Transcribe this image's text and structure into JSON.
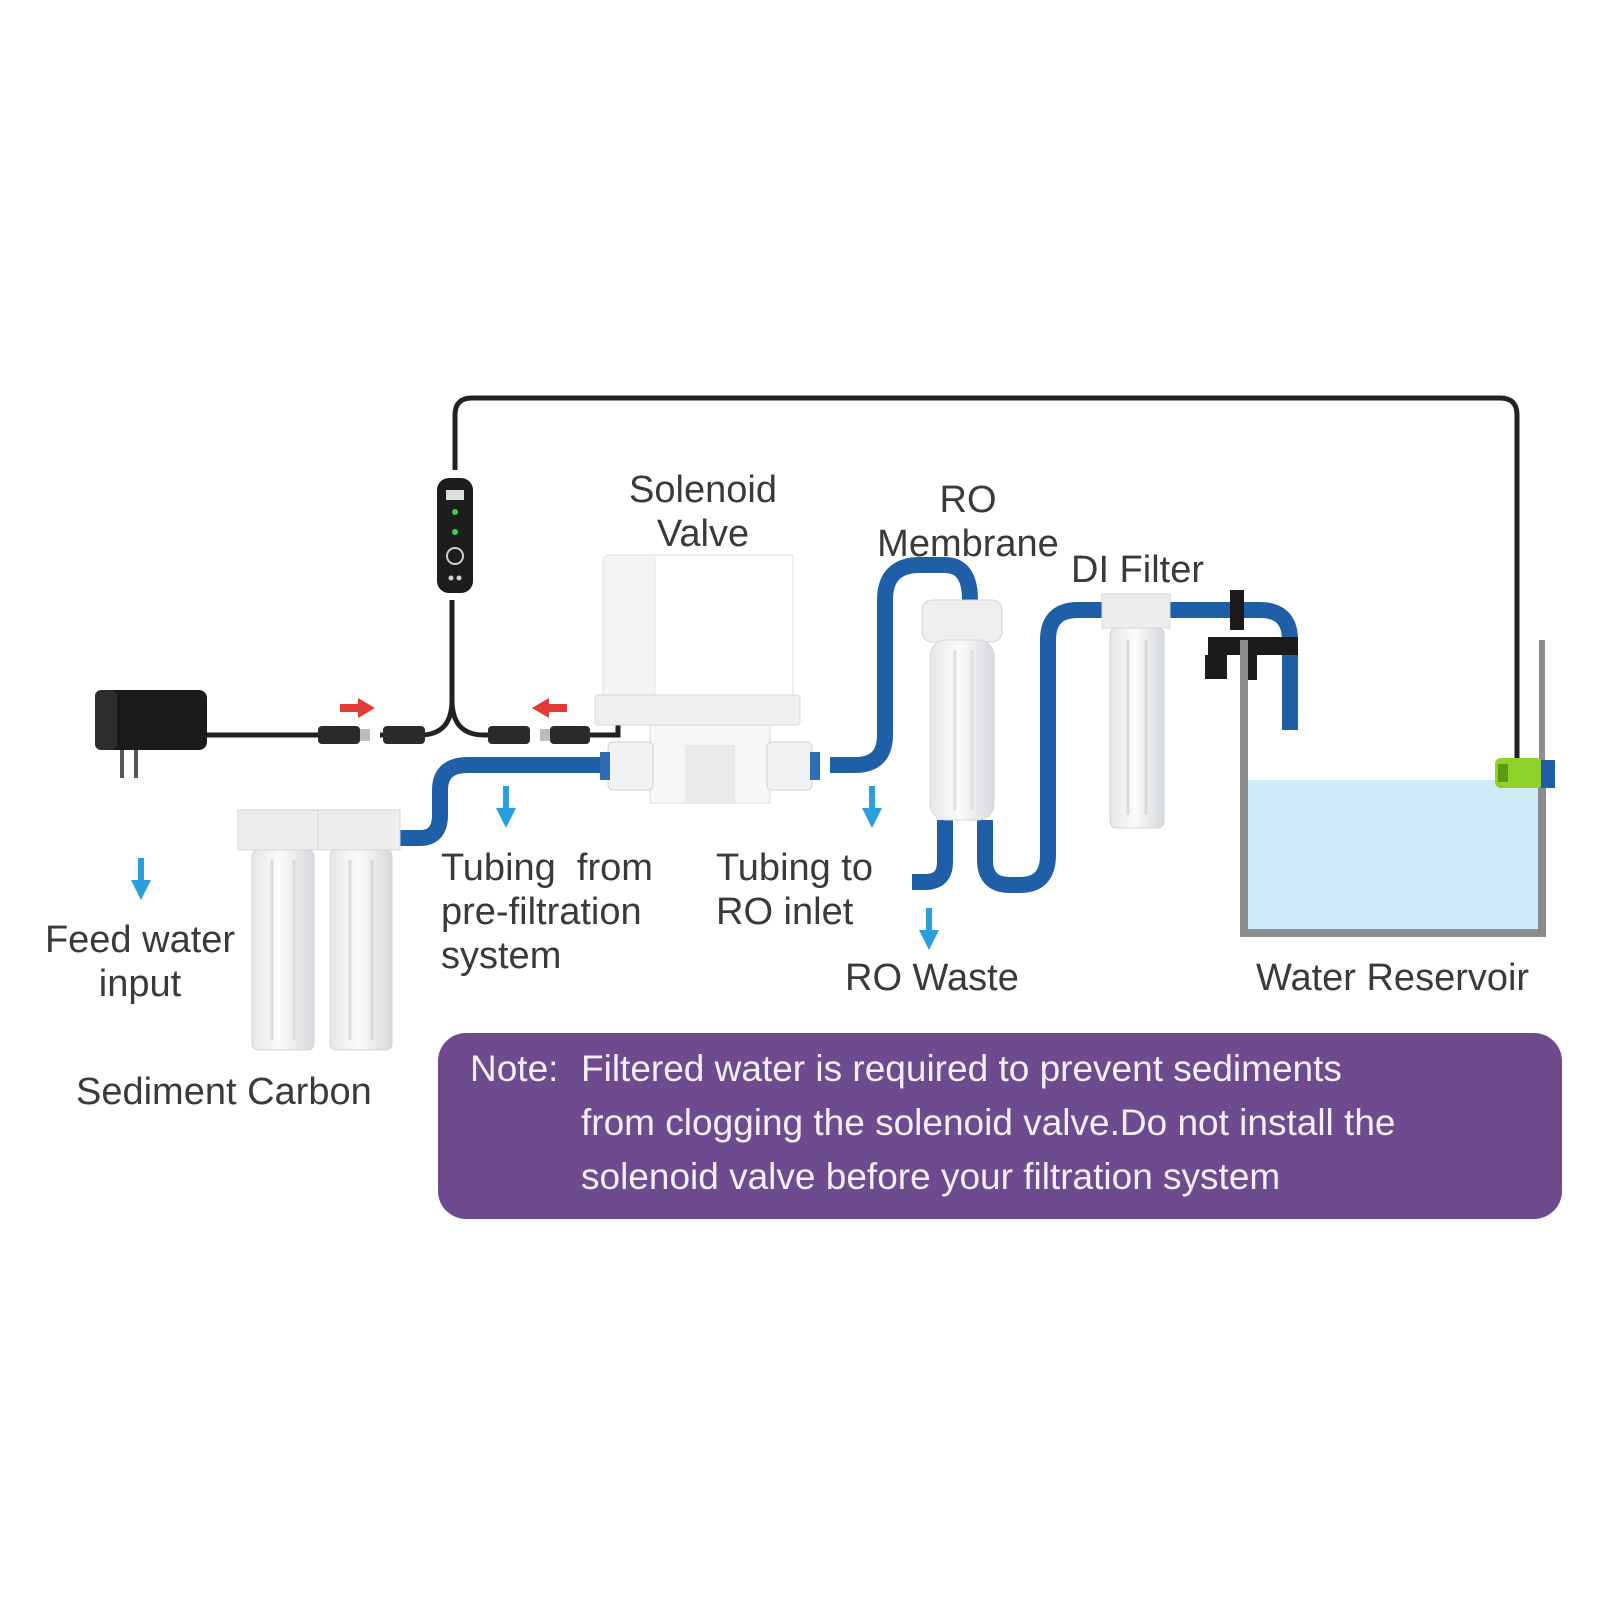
{
  "labels": {
    "solenoid_valve": [
      "Solenoid",
      "Valve"
    ],
    "ro_membrane": [
      "RO",
      "Membrane"
    ],
    "di_filter": "DI Filter",
    "tubing_from": [
      "Tubing  from",
      "pre-filtration",
      "system"
    ],
    "tubing_to": [
      "Tubing to",
      "RO inlet"
    ],
    "feed_water": [
      "Feed water",
      "input"
    ],
    "ro_waste": "RO Waste",
    "water_reservoir": "Water Reservoir",
    "sediment_carbon": "Sediment Carbon"
  },
  "note": {
    "prefix": "Note:",
    "lines": [
      "Filtered water is required to prevent sediments",
      "from clogging the solenoid valve.Do not install the",
      "solenoid valve before your filtration system"
    ]
  },
  "colors": {
    "tubing": "#1f5fa8",
    "flow_arrow": "#2b9ee0",
    "direction_arrow": "#e53935",
    "cable": "#222222",
    "water": "#cfeaf8",
    "note_background": "#6e4a8e"
  }
}
